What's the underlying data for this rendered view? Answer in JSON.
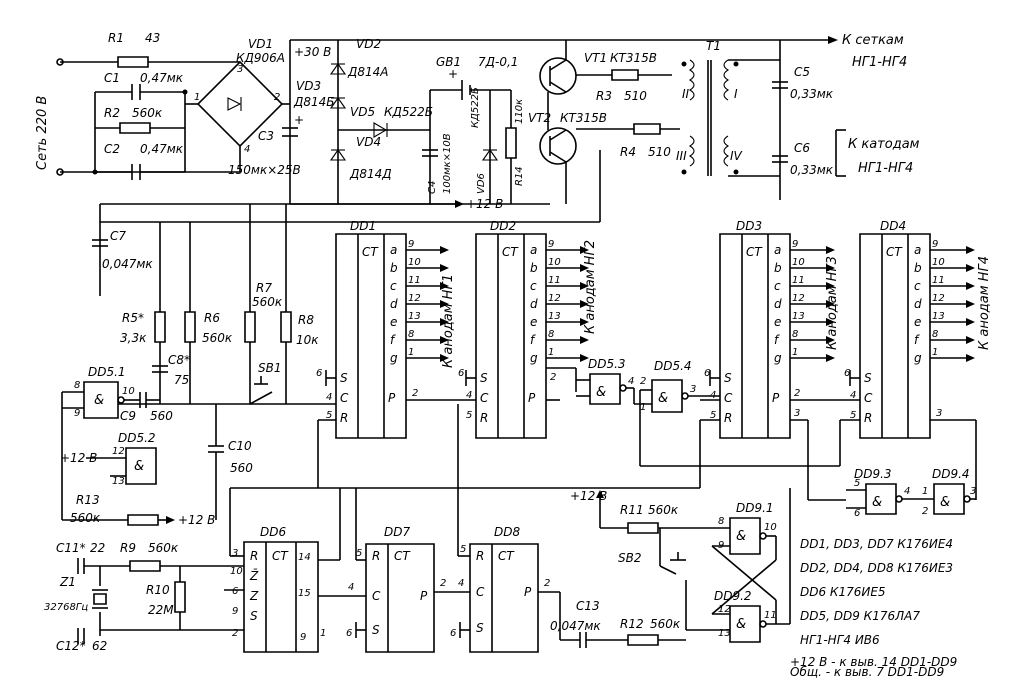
{
  "supply": {
    "mains": "Сеть 220 В",
    "to_grids": "К сеткам",
    "grids_tubes": "НГ1-НГ4",
    "to_cathodes": "К катодам",
    "cathodes_tubes": "НГ1-НГ4",
    "plus30": "+30 В",
    "plus12": "+12 В"
  },
  "components": {
    "R1": "R1",
    "R1_val": "43",
    "C1": "C1",
    "C1_val": "0,47мк",
    "R2": "R2",
    "R2_val": "560к",
    "C2": "C2",
    "C2_val": "0,47мк",
    "VD1": "VD1",
    "VD1_type": "КД906А",
    "C3": "C3",
    "C3_val": "150мк×25В",
    "VD2": "VD2",
    "VD2_type": "Д814А",
    "VD3": "VD3",
    "VD3_type": "Д814Б",
    "VD4": "VD4",
    "VD4_type": "Д814Д",
    "VD5": "VD5",
    "VD5_type": "КД522Б",
    "GB1": "GB1",
    "GB1_type": "7Д-0,1",
    "C4": "C4",
    "C4_val": "100мк×10В",
    "VD6": "VD6",
    "VD6_type": "КД522Б",
    "R14": "R14",
    "R14_val": "110к",
    "VT1": "VT1",
    "VT1_type": "КТ315В",
    "VT2": "VT2",
    "VT2_type": "КТ315В",
    "R3": "R3",
    "R3_val": "510",
    "R4": "R4",
    "R4_val": "510",
    "T1": "T1",
    "wI": "I",
    "wII": "II",
    "wIII": "III",
    "wIV": "IV",
    "C5": "C5",
    "C5_val": "0,33мк",
    "C6": "C6",
    "C6_val": "0,33мк",
    "C7": "C7",
    "C7_val": "0,047мк",
    "R5": "R5*",
    "R5_val": "3,3к",
    "R6": "R6",
    "R6_val": "560к",
    "R7": "R7",
    "R7_val": "560к",
    "R8": "R8",
    "R8_val": "10к",
    "C8": "C8*",
    "C8_val": "75",
    "SB1": "SB1",
    "C9": "C9",
    "C9_val": "560",
    "C10": "C10",
    "C10_val": "560",
    "R13": "R13",
    "R13_val": "560к",
    "C11": "C11*",
    "C11_val": "22",
    "R9": "R9",
    "R9_val": "560к",
    "R10": "R10",
    "R10_val": "22М",
    "Z1": "Z1",
    "Z1_val": "32768Гц",
    "C12": "C12*",
    "C12_val": "62",
    "R11": "R11",
    "R11_val": "560к",
    "SB2": "SB2",
    "C13": "C13",
    "C13_val": "0,047мк",
    "R12": "R12",
    "R12_val": "560к"
  },
  "chips": {
    "DD1": "DD1",
    "DD2": "DD2",
    "DD3": "DD3",
    "DD4": "DD4",
    "DD5_1": "DD5.1",
    "DD5_2": "DD5.2",
    "DD5_3": "DD5.3",
    "DD5_4": "DD5.4",
    "DD6": "DD6",
    "DD7": "DD7",
    "DD8": "DD8",
    "DD9_1": "DD9.1",
    "DD9_2": "DD9.2",
    "DD9_3": "DD9.3",
    "DD9_4": "DD9.4",
    "CT": "CT",
    "and": "&"
  },
  "anodes": {
    "HG1": "К анодам НГ1",
    "HG2": "К анодам НГ2",
    "HG3": "К анодам НГ3",
    "HG4": "К анодам НГ4",
    "segments": [
      "a",
      "b",
      "c",
      "d",
      "e",
      "f",
      "g"
    ],
    "pins": [
      "9",
      "10",
      "11",
      "12",
      "13",
      "8",
      "1"
    ]
  },
  "legend": {
    "line1": "DD1, DD3, DD7  К176ИЕ4",
    "line2": "DD2, DD4, DD8  К176ИЕ3",
    "line3": "DD6  К176ИЕ5",
    "line4": "DD5, DD9  К176ЛА7",
    "line5": "НГ1-НГ4  ИВ6",
    "line6": "+12 В - к выв. 14  DD1-DD9",
    "line7": "Общ. - к выв. 7  DD1-DD9"
  }
}
